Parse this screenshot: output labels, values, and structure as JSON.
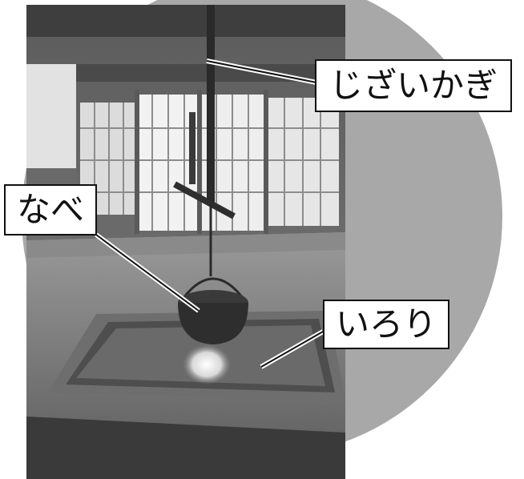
{
  "labels": {
    "jizaikagi": "じざいかぎ",
    "nabe": "なべ",
    "irori": "いろり"
  },
  "colors": {
    "background_circle": "#a8a8a8",
    "label_border": "#111111",
    "label_fill": "#ffffff"
  }
}
